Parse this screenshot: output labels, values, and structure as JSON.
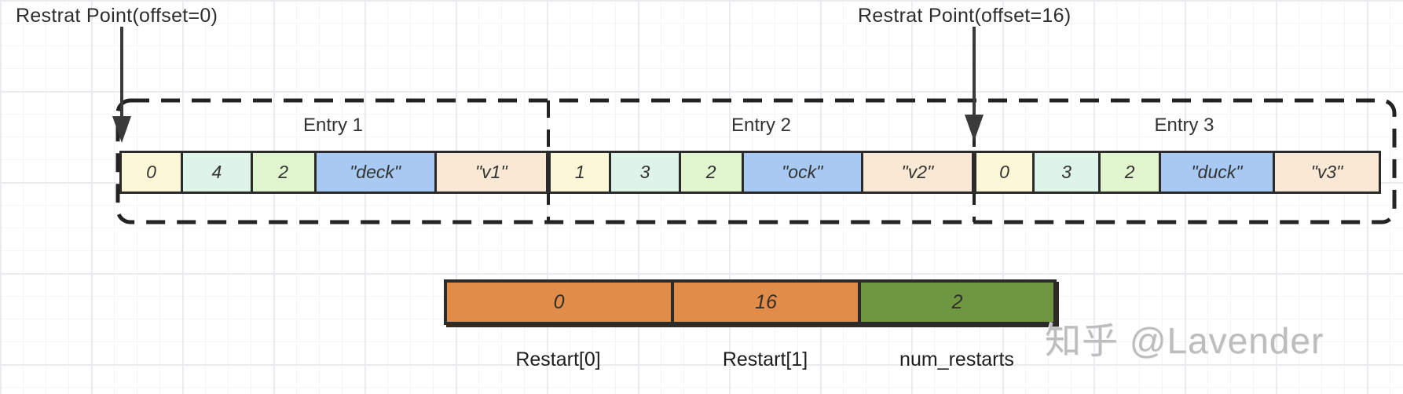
{
  "diagram": {
    "restart_pointers": [
      {
        "label": "Restrat Point(offset=0)"
      },
      {
        "label": "Restrat Point(offset=16)"
      }
    ],
    "entries": [
      {
        "label": "Entry 1",
        "cells": [
          {
            "value": "0",
            "color": "#fcf8d7"
          },
          {
            "value": "4",
            "color": "#dff4e8"
          },
          {
            "value": "2",
            "color": "#e1f5cf"
          },
          {
            "value": "\"deck\"",
            "color": "#a7c9f2"
          },
          {
            "value": "\"v1\"",
            "color": "#f9e8d3"
          }
        ]
      },
      {
        "label": "Entry 2",
        "cells": [
          {
            "value": "1",
            "color": "#fcf8d7"
          },
          {
            "value": "3",
            "color": "#dff4e8"
          },
          {
            "value": "2",
            "color": "#e1f5cf"
          },
          {
            "value": "\"ock\"",
            "color": "#a7c9f2"
          },
          {
            "value": "\"v2\"",
            "color": "#f9e8d3"
          }
        ]
      },
      {
        "label": "Entry 3",
        "cells": [
          {
            "value": "0",
            "color": "#fcf8d7"
          },
          {
            "value": "3",
            "color": "#dff4e8"
          },
          {
            "value": "2",
            "color": "#e1f5cf"
          },
          {
            "value": "\"duck\"",
            "color": "#a7c9f2"
          },
          {
            "value": "\"v3\"",
            "color": "#f9e8d3"
          }
        ]
      }
    ],
    "restart_array": {
      "cells": [
        {
          "value": "0",
          "color": "#e28c4a"
        },
        {
          "value": "16",
          "color": "#e28c4a"
        },
        {
          "value": "2",
          "color": "#6f9640"
        }
      ],
      "labels": [
        "Restart[0]",
        "Restart[1]",
        "num_restarts"
      ]
    },
    "watermark": "知乎 @Lavender",
    "colors": {
      "cell_yellow": "#fcf8d7",
      "cell_mint": "#dff4e8",
      "cell_green": "#e1f5cf",
      "cell_blue": "#a7c9f2",
      "cell_peach": "#f9e8d3",
      "bar_orange": "#e28c4a",
      "bar_green": "#6f9640",
      "line_dark": "#2b2b2b"
    }
  }
}
